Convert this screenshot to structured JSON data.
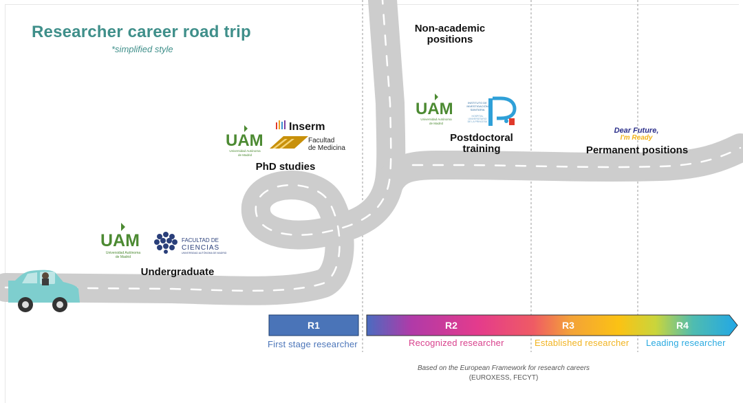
{
  "title": "Researcher career road trip",
  "subtitle": "*simplified style",
  "milestones": {
    "undergraduate": "Undergraduate",
    "phd": "PhD studies",
    "non_academic": [
      "Non-academic",
      "positions"
    ],
    "postdoc": [
      "Postdoctoral",
      "training"
    ],
    "permanent": "Permanent positions"
  },
  "logos": {
    "uam": "UAM",
    "uam_sub": [
      "Universidad Autónoma",
      "de Madrid"
    ],
    "facultad_ciencias": [
      "FACULTAD DE",
      "CIENCIAS"
    ],
    "facultad_ciencias_sub": "UNIVERSIDAD AUTÓNOMA DE MADRID",
    "inserm": "Inserm",
    "facultad_medicina": [
      "Facultad",
      "de Medicina"
    ],
    "instituto": [
      "INSTITUTO DE",
      "INVESTIGACIÓN",
      "SANITARIA"
    ],
    "hospital": [
      "HOSPITAL",
      "UNIVERSITARIO",
      "DE LA PRINCESA"
    ],
    "dear_future": [
      "Dear Future,",
      "I'm Ready"
    ]
  },
  "stages": [
    {
      "code": "R1",
      "name": "First stage researcher",
      "color": "#4a74b8"
    },
    {
      "code": "R2",
      "name": "Recognized researcher",
      "color": "#d8408c"
    },
    {
      "code": "R3",
      "name": "Established researcher",
      "color": "#f1b320"
    },
    {
      "code": "R4",
      "name": "Leading researcher",
      "color": "#28a9e0"
    }
  ],
  "footnote": [
    "Based on the European Framework for research careers",
    "(EUROXESS, FECYT)"
  ],
  "colors": {
    "road": "#cdcdcd",
    "road_marking": "#ffffff",
    "car": "#7ecece",
    "title": "#3f8f8a",
    "uam_green": "#4c8a32"
  }
}
